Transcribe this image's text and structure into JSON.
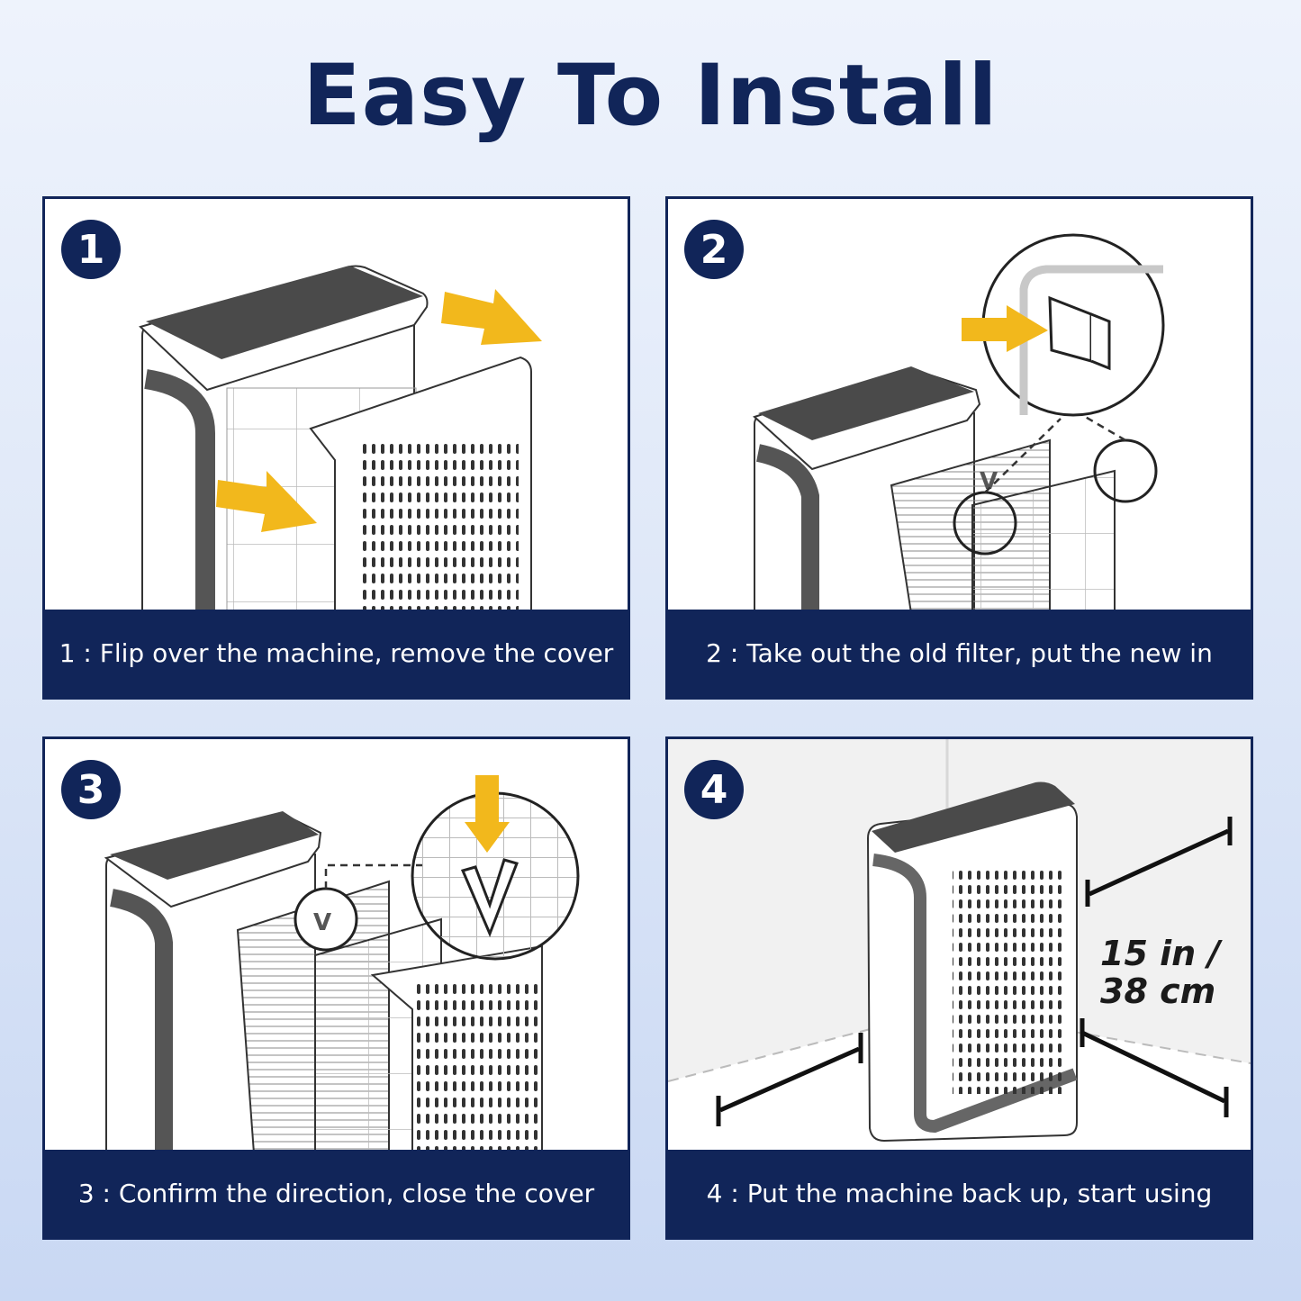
{
  "title": "Easy To Install",
  "steps": [
    {
      "number": "1",
      "caption": "1 : Flip over the machine, remove the cover"
    },
    {
      "number": "2",
      "caption": "2 : Take out the old filter, put the new in"
    },
    {
      "number": "3",
      "caption": "3 : Confirm the direction, close the cover"
    },
    {
      "number": "4",
      "caption": "4 : Put the machine back up, start using",
      "measurement_line1": "15 in /",
      "measurement_line2": "38 cm"
    }
  ],
  "colors": {
    "navy": "#112559",
    "arrow": "#f2b81c",
    "device_gray": "#555555"
  }
}
